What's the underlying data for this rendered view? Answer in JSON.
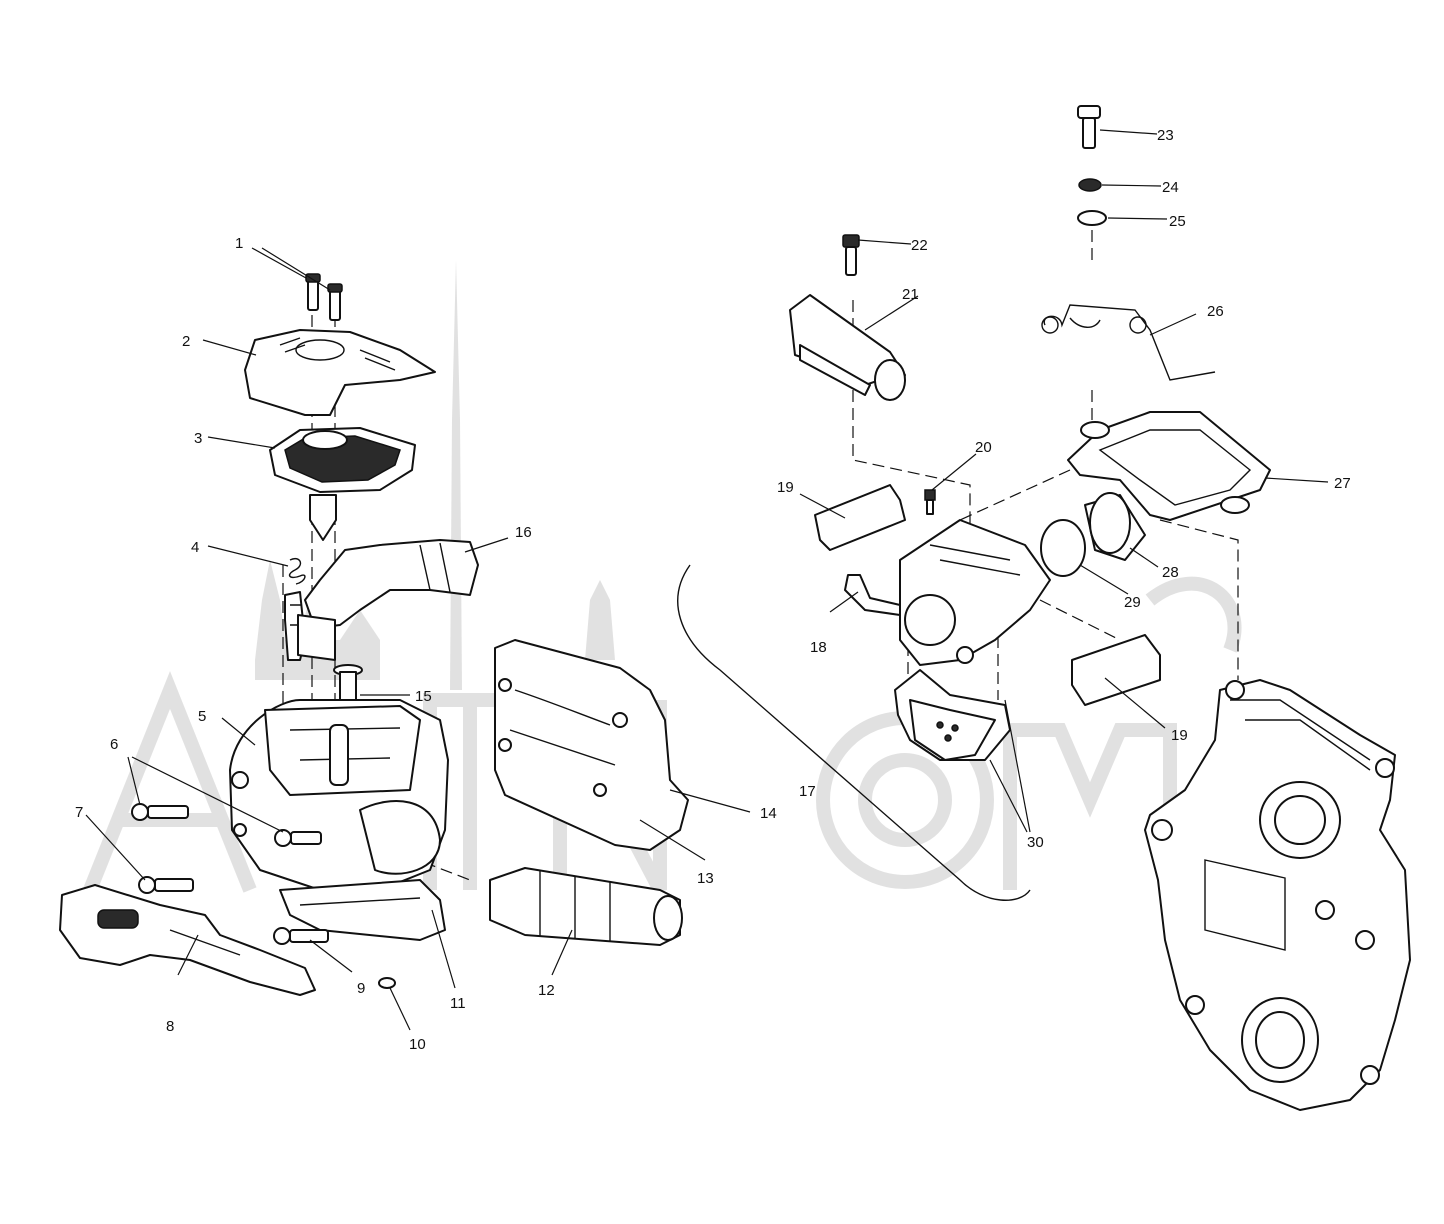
{
  "callouts": [
    {
      "id": "1",
      "label": "1"
    },
    {
      "id": "2",
      "label": "2"
    },
    {
      "id": "3",
      "label": "3"
    },
    {
      "id": "4",
      "label": "4"
    },
    {
      "id": "5",
      "label": "5"
    },
    {
      "id": "6",
      "label": "6"
    },
    {
      "id": "7",
      "label": "7"
    },
    {
      "id": "8",
      "label": "8"
    },
    {
      "id": "9",
      "label": "9"
    },
    {
      "id": "10",
      "label": "10"
    },
    {
      "id": "11",
      "label": "11"
    },
    {
      "id": "12",
      "label": "12"
    },
    {
      "id": "13",
      "label": "13"
    },
    {
      "id": "14",
      "label": "14"
    },
    {
      "id": "15",
      "label": "15"
    },
    {
      "id": "16",
      "label": "16"
    },
    {
      "id": "17",
      "label": "17"
    },
    {
      "id": "18",
      "label": "18"
    },
    {
      "id": "19a",
      "label": "19"
    },
    {
      "id": "19b",
      "label": "19"
    },
    {
      "id": "20",
      "label": "20"
    },
    {
      "id": "21",
      "label": "21"
    },
    {
      "id": "22",
      "label": "22"
    },
    {
      "id": "23",
      "label": "23"
    },
    {
      "id": "24",
      "label": "24"
    },
    {
      "id": "25",
      "label": "25"
    },
    {
      "id": "26",
      "label": "26"
    },
    {
      "id": "27",
      "label": "27"
    },
    {
      "id": "28",
      "label": "28"
    },
    {
      "id": "29",
      "label": "29"
    },
    {
      "id": "30",
      "label": "30"
    }
  ],
  "colors": {
    "line": "#111111",
    "watermark": "#c8c8c8",
    "background": "#ffffff"
  }
}
